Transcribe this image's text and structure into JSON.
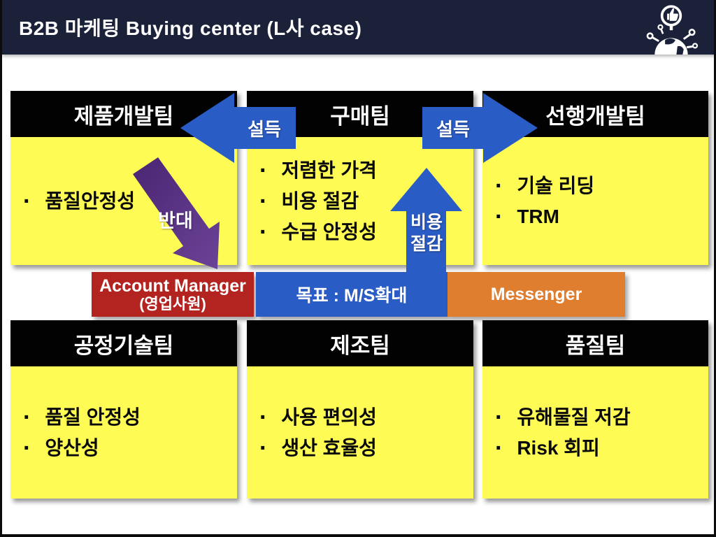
{
  "header": {
    "title": "B2B 마케팅 Buying center (L사 case)",
    "icon": "thumbs-up-network-globe"
  },
  "teams": {
    "top": [
      {
        "name": "제품개발팀",
        "items": [
          "품질안정성"
        ]
      },
      {
        "name": "구매팀",
        "items": [
          "저렴한 가격",
          "비용 절감",
          "수급 안정성"
        ]
      },
      {
        "name": "선행개발팀",
        "items": [
          "기술 리딩",
          "TRM"
        ]
      }
    ],
    "bottom": [
      {
        "name": "공정기술팀",
        "items": [
          "품질 안정성",
          "양산성"
        ]
      },
      {
        "name": "제조팀",
        "items": [
          "사용 편의성",
          "생산 효율성"
        ]
      },
      {
        "name": "품질팀",
        "items": [
          "유해물질 저감",
          "Risk 회피"
        ]
      }
    ]
  },
  "middle": {
    "account_manager_line1": "Account Manager",
    "account_manager_line2": "(영업사원)",
    "goal_label": "목표 : M/S확대",
    "messenger_label": "Messenger"
  },
  "arrows": {
    "persuade_left_label": "설득",
    "persuade_right_label": "설득",
    "oppose_label": "반대",
    "cost_line1": "비용",
    "cost_line2": "절감"
  },
  "colors": {
    "titlebar_navy": "#1a2139",
    "team_header_black": "#020202",
    "team_body_yellow": "#fffb55",
    "arrow_blue": "#2a5cc5",
    "account_manager_red": "#b32421",
    "messenger_orange": "#de7e2e",
    "oppose_purple_dark": "#4a2572",
    "oppose_purple_light": "#6b4397"
  }
}
